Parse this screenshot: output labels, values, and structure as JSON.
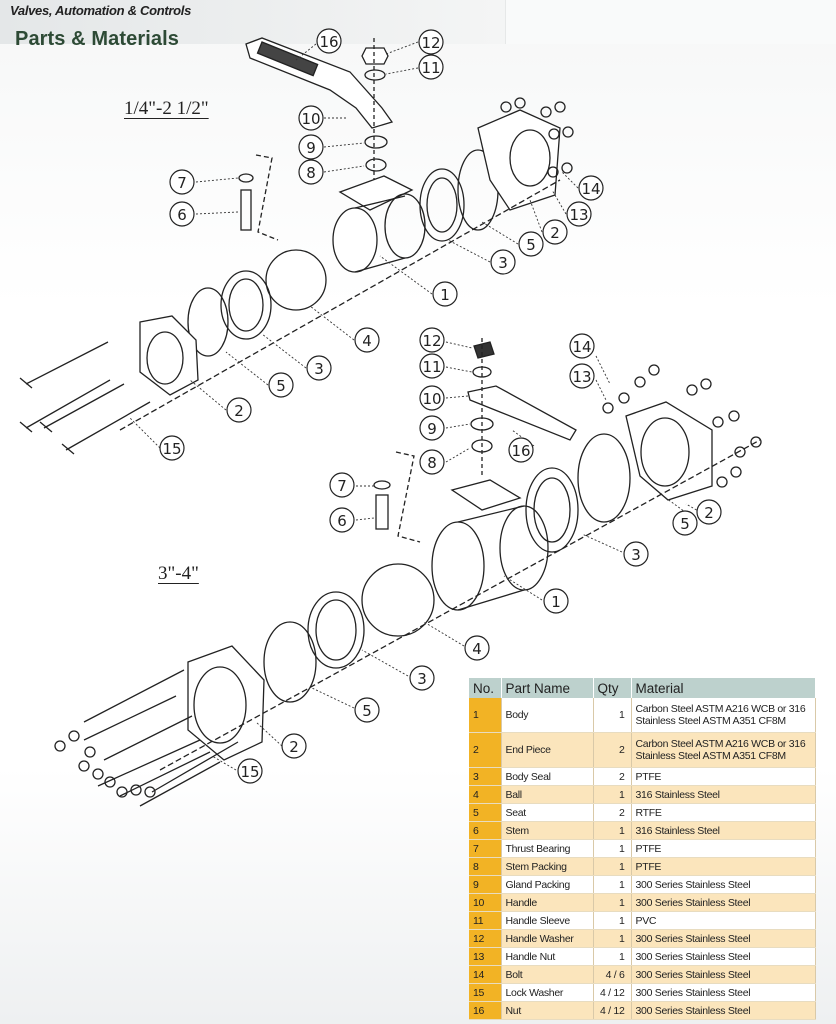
{
  "header": {
    "company": "Valves, Automation & Controls",
    "title": "Parts & Materials"
  },
  "drawing": {
    "size_small": "1/4\"-2 1/2\"",
    "size_large": "3\"-4\"",
    "callouts_small": [
      "16",
      "12",
      "11",
      "10",
      "9",
      "8",
      "7",
      "6",
      "14",
      "13",
      "2",
      "5",
      "3",
      "1",
      "4",
      "3",
      "5",
      "2",
      "15"
    ],
    "callouts_large": [
      "12",
      "11",
      "10",
      "9",
      "8",
      "14",
      "13",
      "16",
      "7",
      "6",
      "5",
      "2",
      "3",
      "1",
      "4",
      "3",
      "5",
      "2",
      "15"
    ]
  },
  "table": {
    "headers": {
      "no": "No.",
      "name": "Part Name",
      "qty": "Qty",
      "material": "Material"
    },
    "rows": [
      {
        "no": "1",
        "name": "Body",
        "qty": "1",
        "material": "Carbon Steel ASTM A216 WCB or   316 Stainless Steel ASTM A351 CF8M"
      },
      {
        "no": "2",
        "name": "End Piece",
        "qty": "2",
        "material": "Carbon Steel ASTM A216 WCB or   316 Stainless Steel ASTM A351 CF8M"
      },
      {
        "no": "3",
        "name": "Body Seal",
        "qty": "2",
        "material": "PTFE"
      },
      {
        "no": "4",
        "name": "Ball",
        "qty": "1",
        "material": "316 Stainless Steel"
      },
      {
        "no": "5",
        "name": "Seat",
        "qty": "2",
        "material": "RTFE"
      },
      {
        "no": "6",
        "name": "Stem",
        "qty": "1",
        "material": "316 Stainless Steel"
      },
      {
        "no": "7",
        "name": "Thrust Bearing",
        "qty": "1",
        "material": "PTFE"
      },
      {
        "no": "8",
        "name": "Stem Packing",
        "qty": "1",
        "material": "PTFE"
      },
      {
        "no": "9",
        "name": "Gland Packing",
        "qty": "1",
        "material": "300 Series Stainless Steel"
      },
      {
        "no": "10",
        "name": "Handle",
        "qty": "1",
        "material": "300 Series Stainless Steel"
      },
      {
        "no": "11",
        "name": "Handle Sleeve",
        "qty": "1",
        "material": "PVC"
      },
      {
        "no": "12",
        "name": "Handle Washer",
        "qty": "1",
        "material": "300 Series Stainless Steel"
      },
      {
        "no": "13",
        "name": "Handle Nut",
        "qty": "1",
        "material": "300 Series Stainless Steel"
      },
      {
        "no": "14",
        "name": "Bolt",
        "qty": "4 / 6",
        "material": "300 Series Stainless Steel"
      },
      {
        "no": "15",
        "name": "Lock Washer",
        "qty": "4 / 12",
        "material": "300 Series Stainless Steel"
      },
      {
        "no": "16",
        "name": "Nut",
        "qty": "4 / 12",
        "material": "300 Series Stainless Steel"
      }
    ]
  },
  "colors": {
    "title": "#2d4a35",
    "header_row": "#bdd1cd",
    "number_col": "#f2b325",
    "row_alt": "#fbe5bc"
  }
}
